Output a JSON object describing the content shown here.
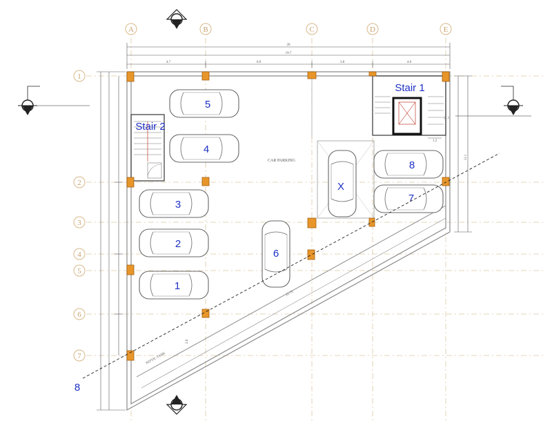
{
  "grid": {
    "columns": [
      "A",
      "B",
      "C",
      "D",
      "E"
    ],
    "rows": [
      "1",
      "2",
      "3",
      "4",
      "5",
      "6",
      "7"
    ]
  },
  "dimensions": {
    "overall": "20",
    "overall_inner": "19.7",
    "bays": [
      "4.7",
      "6.0",
      "3.8",
      "4.0"
    ],
    "right_height": "11.1",
    "stair1_width": "1.2",
    "slant_length": "22.75",
    "small_left": "2.6"
  },
  "labels": {
    "stair1": "Stair 1",
    "stair2": "Stair 2",
    "car_parking": "CAR PARKING",
    "lift": "X",
    "line_label": "8",
    "diag_note": "SEPTIC TANK"
  },
  "cars": [
    "5",
    "4",
    "3",
    "2",
    "1",
    "6",
    "8",
    "7"
  ],
  "colors": {
    "column": "#e8962a",
    "column_edge": "#a35e10",
    "wall": "#8a8a8a",
    "grid": "#d8b888",
    "annotation": "#1c2fc4"
  },
  "icons": [
    "section-marker-icon"
  ]
}
